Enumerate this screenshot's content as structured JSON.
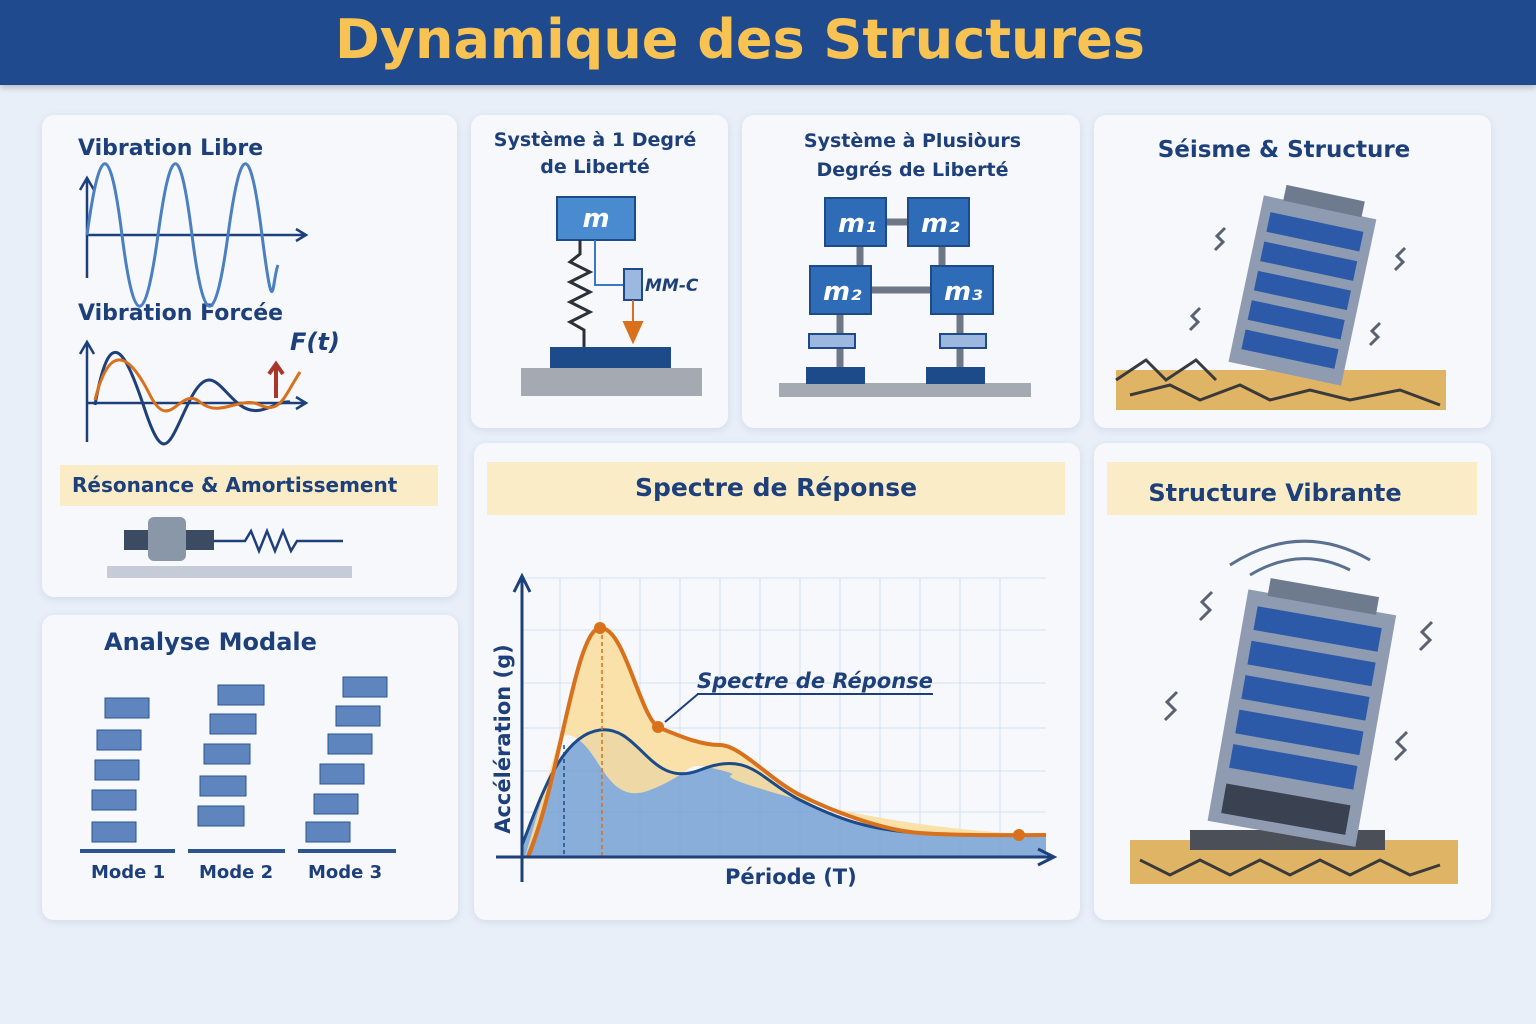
{
  "title": "Dynamique des Structures",
  "panels": {
    "free_vibration": "Vibration Libre",
    "forced_vibration": "Vibration Forcée",
    "force_label": "F(t)",
    "resonance": "Résonance & Amortissement",
    "sdof": "Système à 1 Degré de Liberté",
    "sdof_mass": "m",
    "sdof_damper": "MM-C",
    "mdof": "Système à Plusiòurs Degrés de Liberté",
    "mdof_masses": [
      "m₁",
      "m₂",
      "m₂",
      "m₃"
    ],
    "seismic": "Séisme & Structure",
    "modal": "Analyse Modale",
    "modes": [
      "Mode 1",
      "Mode 2",
      "Mode 3"
    ],
    "spectrum": "Spectre de Réponse",
    "spectrum_curve_label": "Spectre de Réponse",
    "spectrum_ylabel": "Accélération (g)",
    "spectrum_xlabel": "Période (T)",
    "vibrating": "Structure Vibrante"
  },
  "colors": {
    "header": "#1f4b8e",
    "title": "#f8c352",
    "accent_orange": "#d9701c",
    "blue": "#3b78c4"
  }
}
